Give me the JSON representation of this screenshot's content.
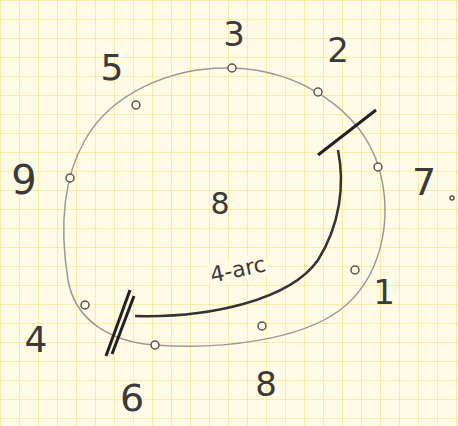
{
  "diagram": {
    "labels": [
      "3",
      "2",
      "7",
      "1",
      "8",
      "6",
      "4",
      "9",
      "5",
      "8",
      "4-arc"
    ]
  }
}
